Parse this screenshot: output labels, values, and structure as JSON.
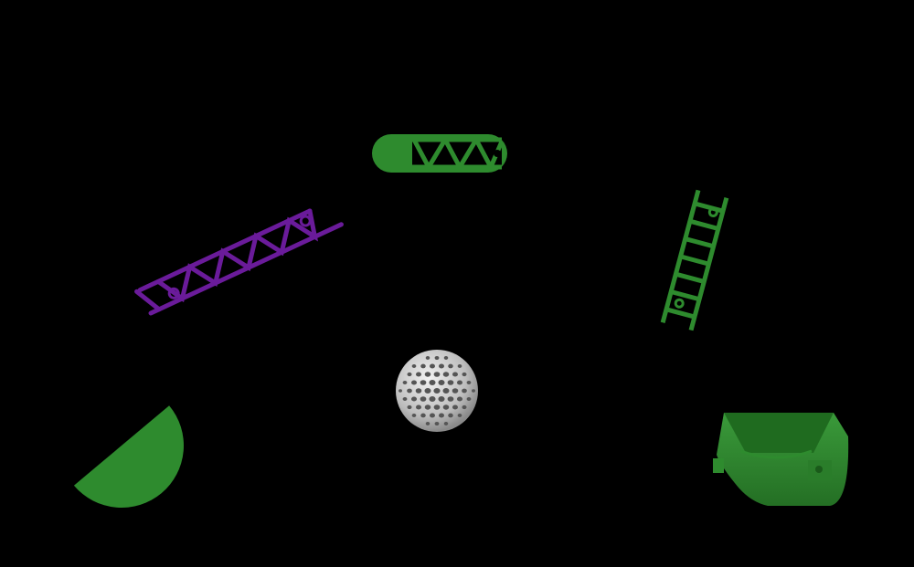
{
  "scene": {
    "background": "#000000",
    "objects": [
      {
        "id": "truss-pill",
        "kind": "truss-capsule",
        "icon": "truss-capsule-icon",
        "color": "#2e8b2e",
        "rotation_deg": 0
      },
      {
        "id": "truss-purple",
        "kind": "truss-beam",
        "icon": "truss-beam-icon",
        "color": "#6a1b9a",
        "rotation_deg": -25
      },
      {
        "id": "ladder",
        "kind": "ladder",
        "icon": "ladder-icon",
        "color": "#2e8b2e",
        "rotation_deg": -75
      },
      {
        "id": "ball",
        "kind": "perforated-sphere",
        "icon": "perforated-ball-icon",
        "color": "#cfcfcf",
        "rotation_deg": 0
      },
      {
        "id": "half-disc",
        "kind": "semicircle",
        "icon": "half-disc-icon",
        "color": "#2e8b2e",
        "rotation_deg": -40
      },
      {
        "id": "bucket",
        "kind": "bucket",
        "icon": "bucket-icon",
        "color": "#2e8b2e",
        "rotation_deg": 0
      }
    ]
  }
}
